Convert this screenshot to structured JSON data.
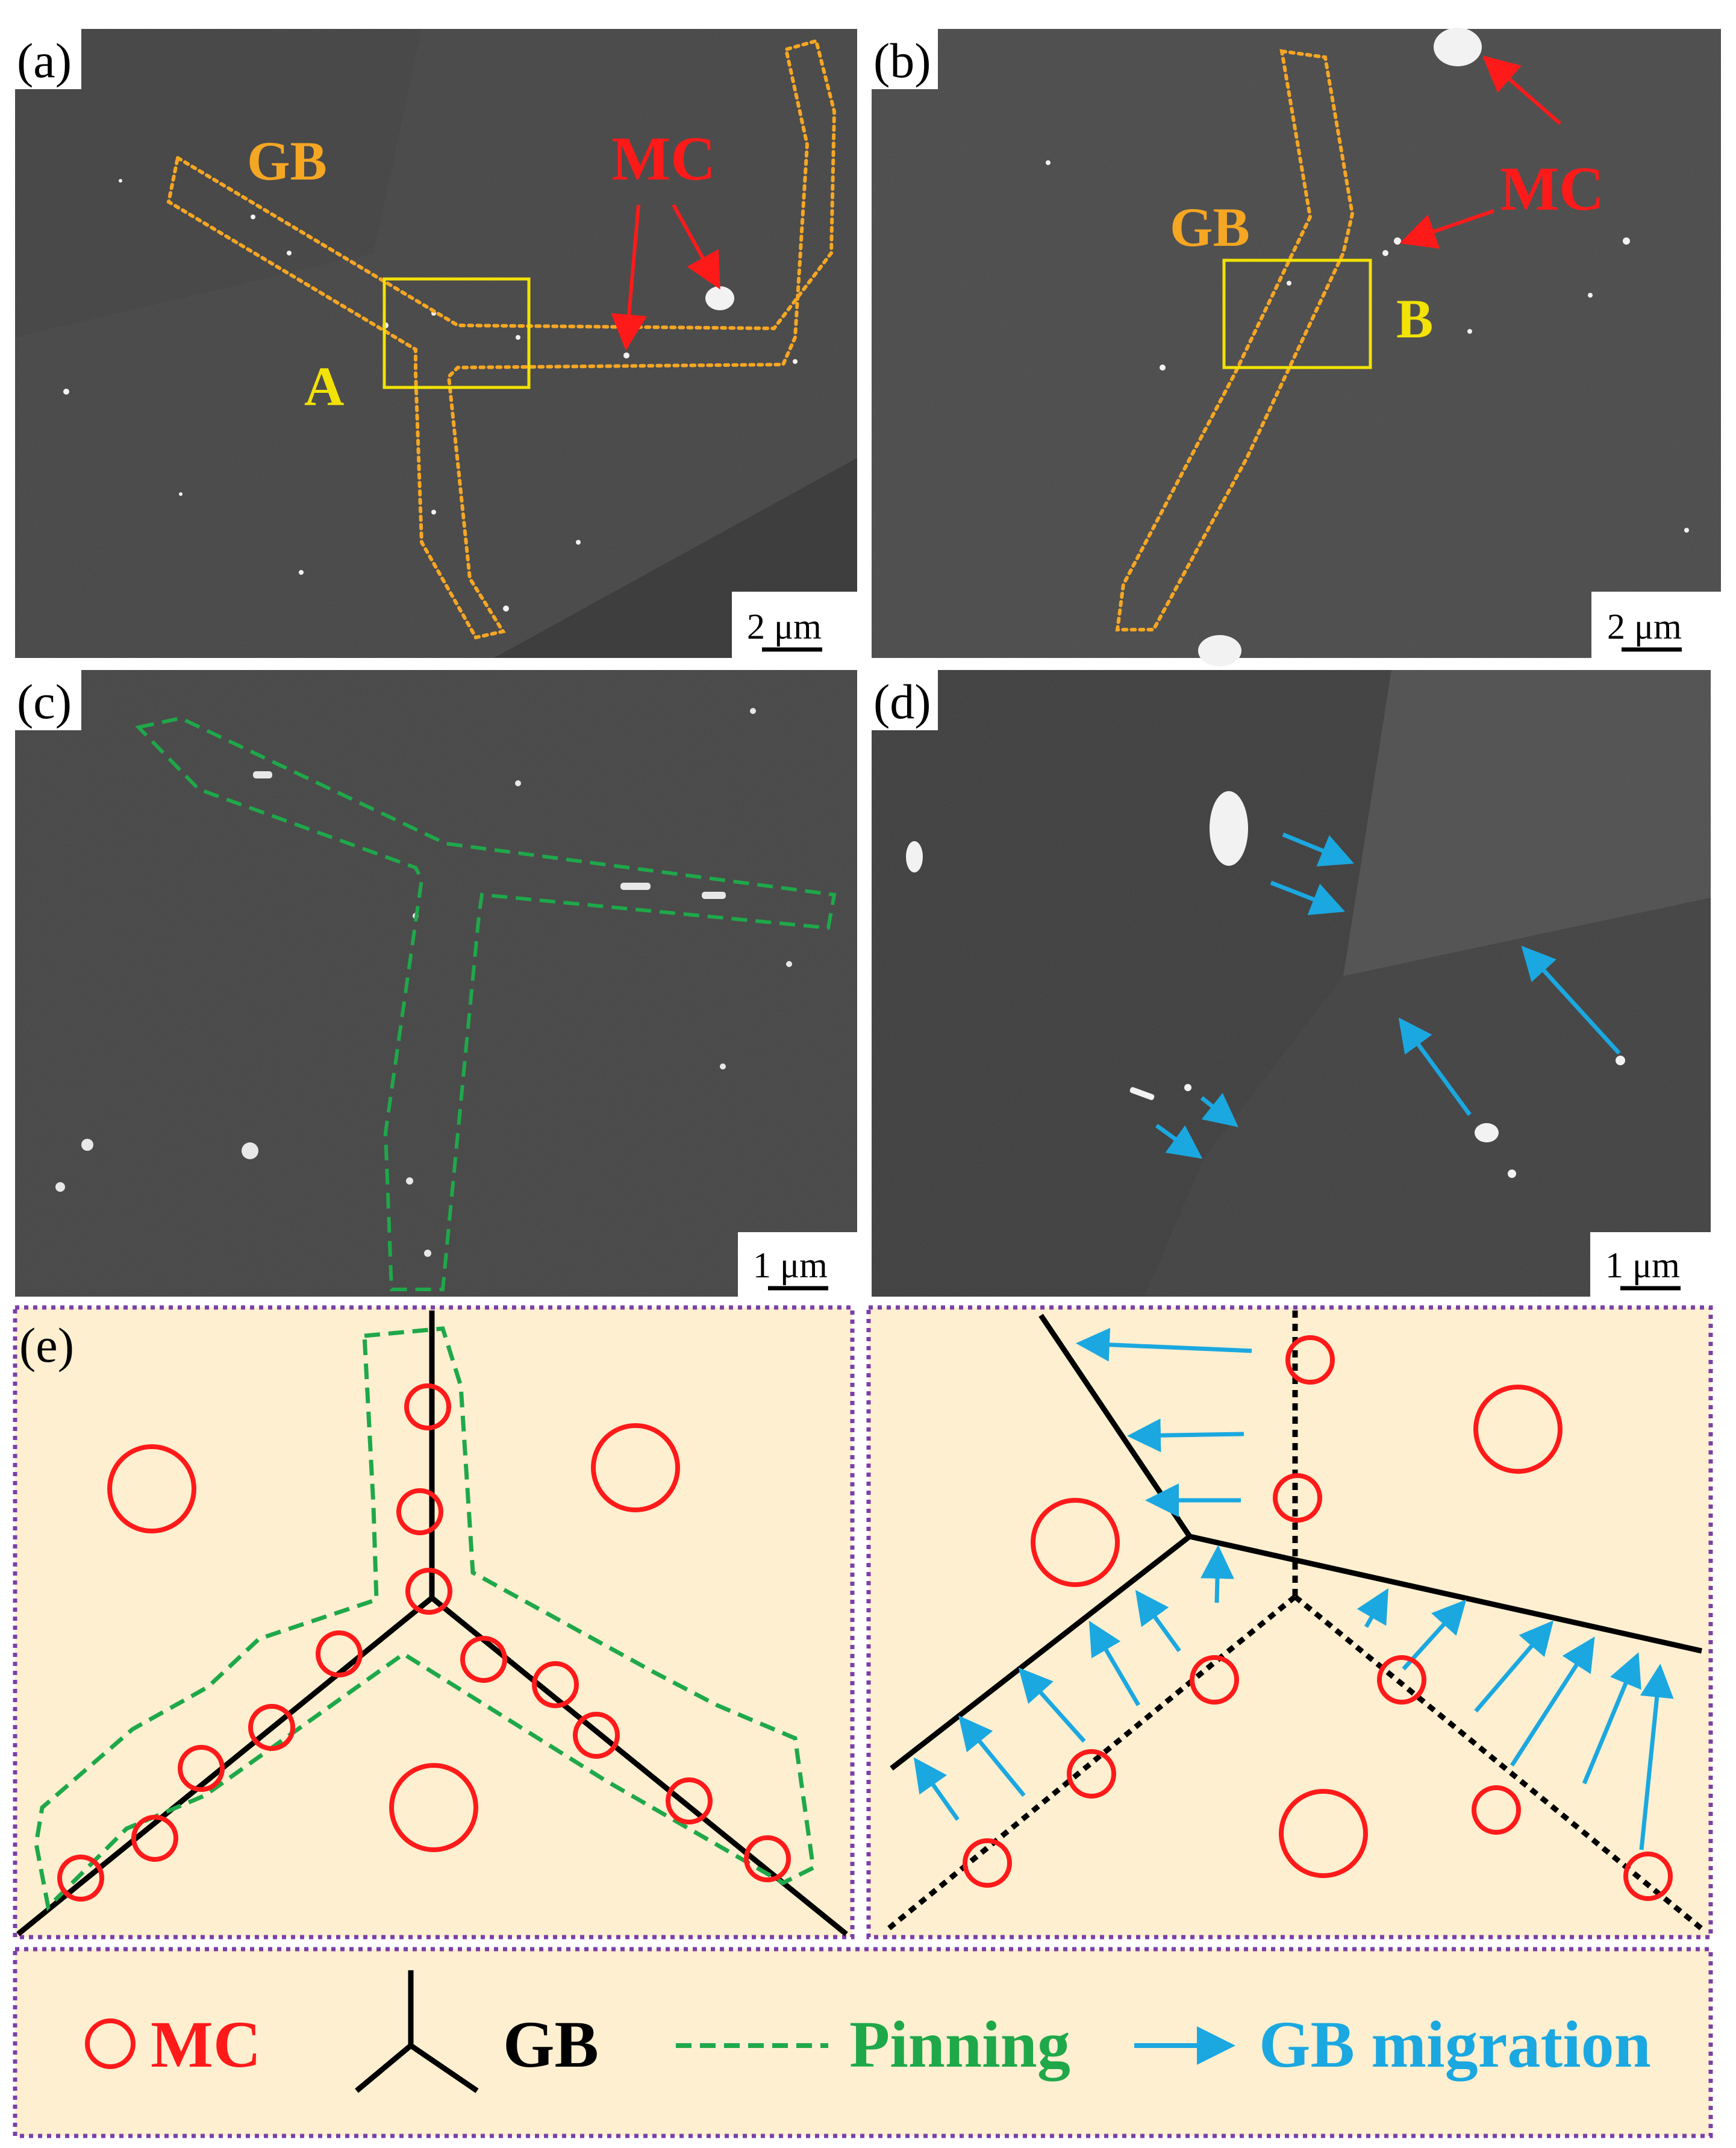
{
  "panels": {
    "a": {
      "label": "(a)",
      "gb_label": "GB",
      "mc_label": "MC",
      "box_label": "A",
      "scale": "2 μm"
    },
    "b": {
      "label": "(b)",
      "gb_label": "GB",
      "mc_label": "MC",
      "box_label": "B",
      "scale": "2 μm"
    },
    "c": {
      "label": "(c)",
      "scale": "1 μm"
    },
    "d": {
      "label": "(d)",
      "scale": "1 μm"
    },
    "e": {
      "label": "(e)"
    }
  },
  "legend": {
    "mc": "MC",
    "gb": "GB",
    "pinning": "Pinning",
    "migration": "GB migration"
  },
  "colors": {
    "gb_outline": "#F5A623",
    "mc": "#FF1A1A",
    "box": "#F2E205",
    "box_text": "#F2E205",
    "pinning": "#1FA84A",
    "migration": "#1BA8E0",
    "schematic_bg": "#FDEFD0",
    "frame": "#7B3FA8",
    "sem": "#3d3d3d"
  },
  "icons": [
    "mc-circle-icon",
    "gb-triple-junction-icon",
    "dashed-line-icon",
    "arrow-right-icon"
  ]
}
